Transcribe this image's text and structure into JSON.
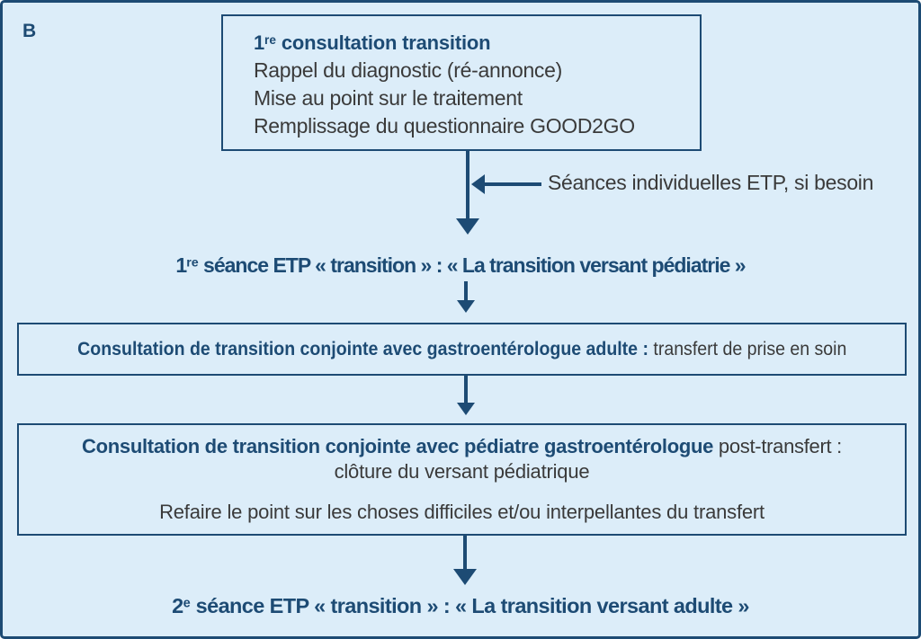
{
  "panel": {
    "label": "B"
  },
  "colors": {
    "background": "#dcedf9",
    "navy": "#1d4b74",
    "body_text": "#3a3a3a"
  },
  "boxes": {
    "consultation1": {
      "title_num": "1",
      "title_sup": "re",
      "title_rest": " consultation transition",
      "lines": [
        "Rappel du diagnostic (ré-annonce)",
        "Mise au point sur le traitement",
        "Remplissage du questionnaire GOOD2GO"
      ]
    },
    "joint_adult": {
      "bold": "Consultation de transition conjointe avec gastroentérologue adulte : ",
      "regular": "transfert de prise en soin"
    },
    "post_transfer": {
      "line1_bold": "Consultation de transition conjointe avec pédiatre gastroentérologue",
      "line1_regular": " post-transfert :",
      "line2": "clôture du versant pédiatrique",
      "line3": "Refaire le point sur les choses difficiles et/ou interpellantes du transfert"
    }
  },
  "labels": {
    "side_note": "Séances individuelles ETP, si besoin",
    "seance1_num": "1",
    "seance1_sup": "re",
    "seance1_rest": " séance ETP « transition » : « La transition versant pédiatrie »",
    "seance2_num": "2",
    "seance2_sup": "e",
    "seance2_rest": " séance ETP « transition » : « La transition versant adulte »"
  }
}
